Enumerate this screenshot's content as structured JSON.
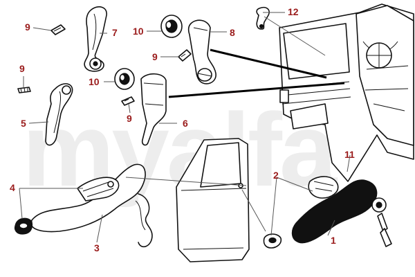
{
  "watermark": "myalfa",
  "callouts": {
    "c1": "1",
    "c2": "2",
    "c3": "3",
    "c4": "4",
    "c5": "5",
    "c6": "6",
    "c7": "7",
    "c8": "8",
    "c9a": "9",
    "c9b": "9",
    "c9c": "9",
    "c9d": "9",
    "c10a": "10",
    "c10b": "10",
    "c11": "11",
    "c12": "12"
  },
  "colors": {
    "callout": "#9a1b1b",
    "line": "#111111",
    "watermark": "#ededed"
  }
}
